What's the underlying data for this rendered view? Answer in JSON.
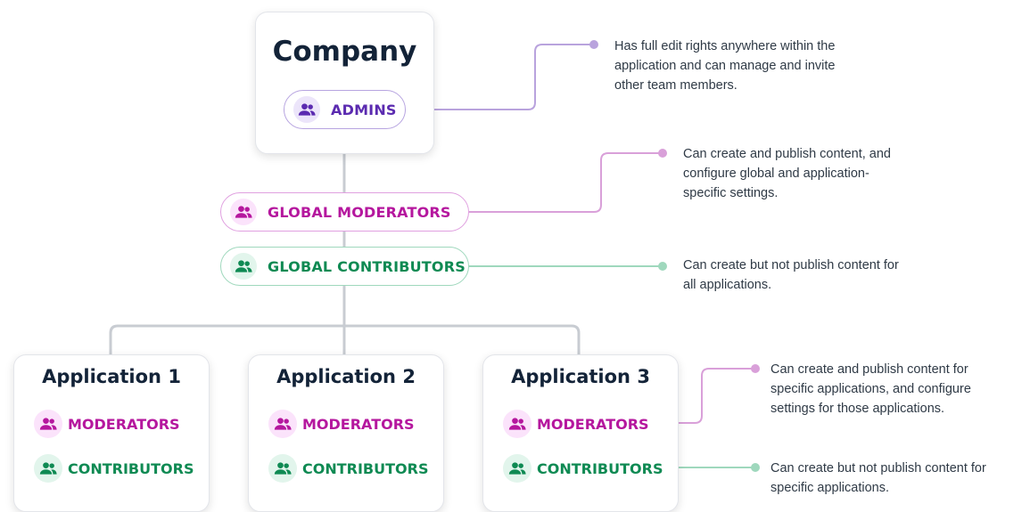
{
  "company": {
    "title": "Company",
    "admins_label": "ADMINS"
  },
  "global": {
    "moderators_label": "GLOBAL MODERATORS",
    "contributors_label": "GLOBAL CONTRIBUTORS"
  },
  "applications": [
    {
      "title": "Application 1",
      "moderators_label": "MODERATORS",
      "contributors_label": "CONTRIBUTORS"
    },
    {
      "title": "Application 2",
      "moderators_label": "MODERATORS",
      "contributors_label": "CONTRIBUTORS"
    },
    {
      "title": "Application 3",
      "moderators_label": "MODERATORS",
      "contributors_label": "CONTRIBUTORS"
    }
  ],
  "descriptions": {
    "admins": [
      "Has full edit rights anywhere within the",
      "application and can manage and invite",
      "other team members."
    ],
    "global_moderators": [
      "Can create and publish content, and",
      "configure global and application-",
      "specific settings."
    ],
    "global_contributors": [
      "Can create but not publish content for",
      "all applications."
    ],
    "moderators": [
      "Can create and publish content for",
      "specific applications, and configure",
      "settings for those applications."
    ],
    "contributors": [
      "Can create but not publish content for",
      "specific applications."
    ]
  },
  "icons": {
    "role": "users-icon"
  },
  "colors": {
    "admins": "#5b2bb0",
    "moderators": "#b5179e",
    "contributors": "#0f8a53",
    "admins_line": "#b9a3dd",
    "moderators_line": "#d9a0d9",
    "contributors_line": "#9fd8bd",
    "tree_line": "#c8ccd2"
  }
}
